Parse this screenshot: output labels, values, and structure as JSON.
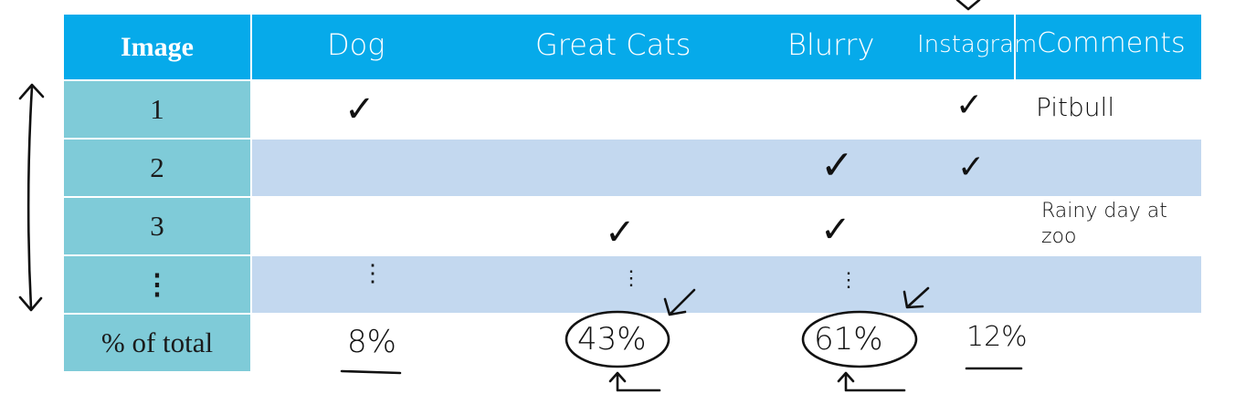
{
  "table": {
    "columns": [
      "Image",
      "Dog",
      "Great Cats",
      "Blurry",
      "Instagram",
      "Comments"
    ],
    "rows": [
      {
        "label": "1",
        "dog": "✓",
        "great_cats": "",
        "blurry": "",
        "instagram": "✓",
        "comments": "Pitbull"
      },
      {
        "label": "2",
        "dog": "",
        "great_cats": "",
        "blurry": "✓",
        "instagram": "✓",
        "comments": ""
      },
      {
        "label": "3",
        "dog": "",
        "great_cats": "✓",
        "blurry": "✓",
        "instagram": "",
        "comments": "Rainy day at zoo"
      },
      {
        "label": "⋮",
        "dog": "⋮",
        "great_cats": "⋮",
        "blurry": "⋮",
        "instagram": "",
        "comments": ""
      }
    ],
    "totals": {
      "label": "% of total",
      "dog": "8%",
      "great_cats": "43%",
      "blurry": "61%",
      "instagram": "12%"
    }
  },
  "colors": {
    "header": "#06aaea",
    "row_label": "#7fcbd8",
    "band": "#c3d8ef",
    "ink": "#111111"
  }
}
